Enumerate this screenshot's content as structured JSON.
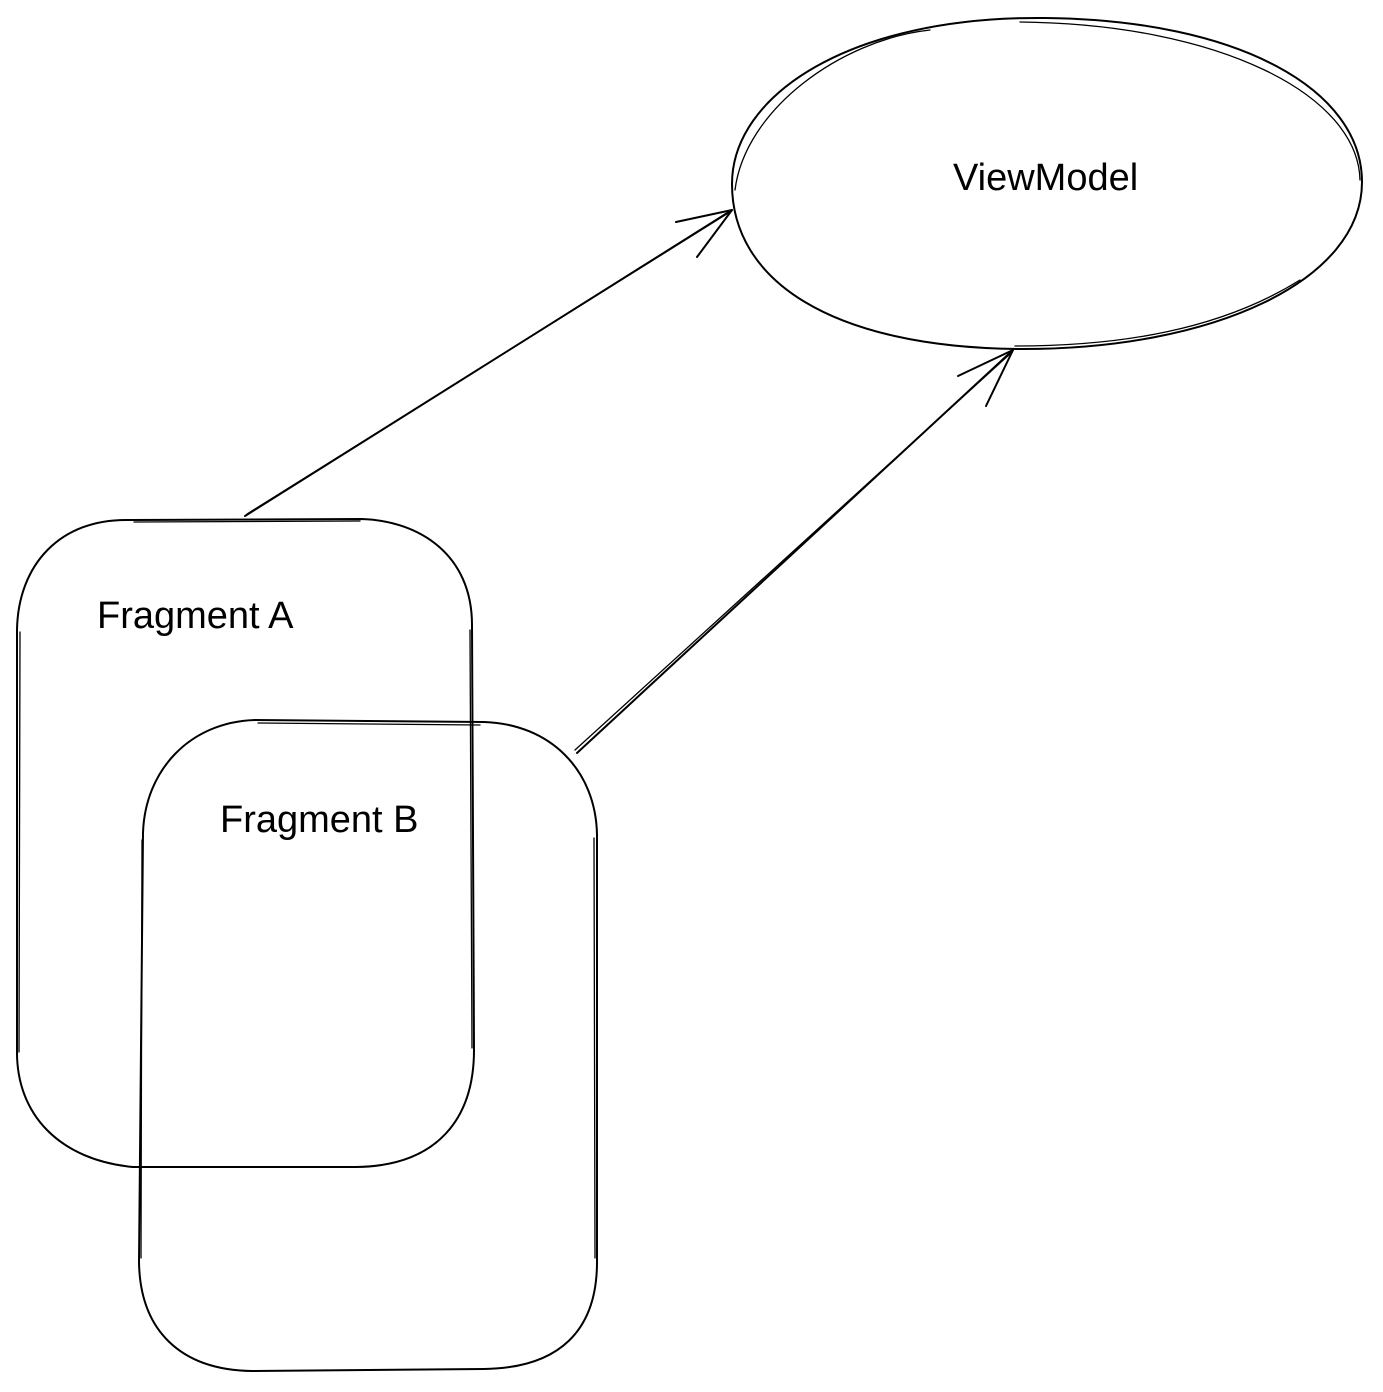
{
  "diagram": {
    "nodes": [
      {
        "id": "viewmodel",
        "label": "ViewModel",
        "shape": "ellipse"
      },
      {
        "id": "fragment_a",
        "label": "Fragment A",
        "shape": "rounded-rect"
      },
      {
        "id": "fragment_b",
        "label": "Fragment B",
        "shape": "rounded-rect"
      }
    ],
    "edges": [
      {
        "from": "fragment_a",
        "to": "viewmodel",
        "style": "arrow"
      },
      {
        "from": "fragment_b",
        "to": "viewmodel",
        "style": "arrow"
      }
    ],
    "style": "hand-drawn",
    "stroke_color": "#000000",
    "background_color": "#ffffff"
  }
}
